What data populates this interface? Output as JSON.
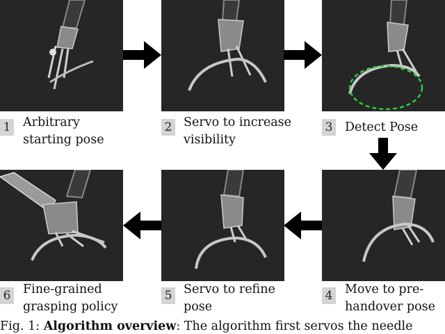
{
  "panels": [
    {
      "num": "1",
      "caption": [
        "Arbitrary",
        "starting pose"
      ]
    },
    {
      "num": "2",
      "caption": [
        "Servo to increase",
        "visibility"
      ]
    },
    {
      "num": "3",
      "caption": [
        "Detect Pose"
      ]
    },
    {
      "num": "4",
      "caption": [
        "Move to pre-",
        "handover pose"
      ]
    },
    {
      "num": "5",
      "caption": [
        "Servo to refine",
        "pose"
      ]
    },
    {
      "num": "6",
      "caption": [
        "Fine-grained",
        "grasping policy"
      ]
    }
  ],
  "figure_caption": {
    "label": "Fig. 1:",
    "bold": "Algorithm overview",
    "rest": ": The algorithm first servos the needle"
  },
  "colors": {
    "frame_bg": "#262626",
    "detect_ellipse": "#2ecc40",
    "arrow": "#000000"
  }
}
